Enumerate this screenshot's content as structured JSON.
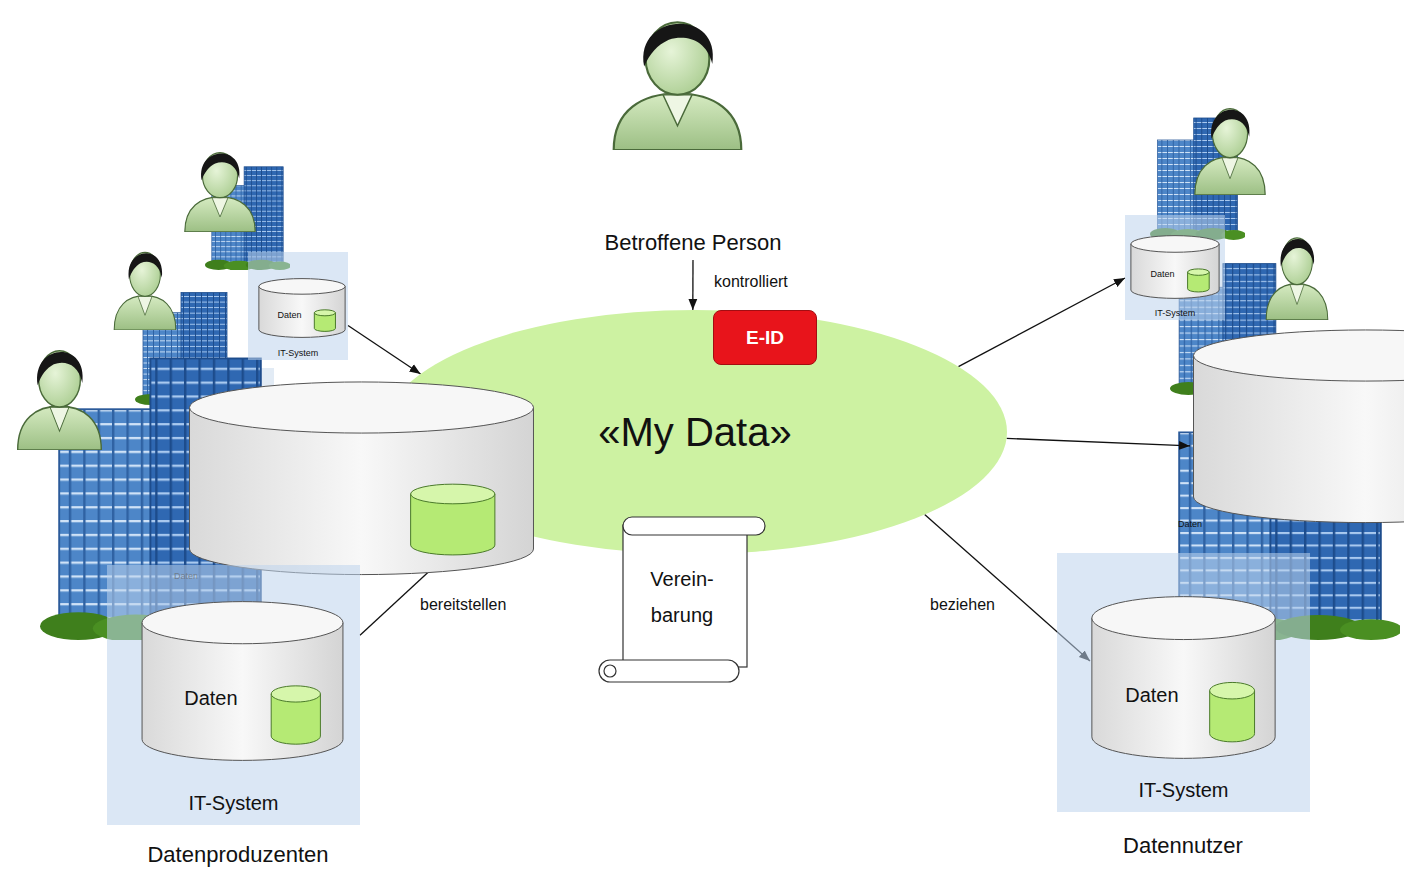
{
  "diagram": {
    "nodes": [
      {
        "text": [
          "Betroffene Person"
        ]
      },
      {
        "text": [
          "«My Data»"
        ]
      },
      {
        "text": [
          "E-ID"
        ]
      },
      {
        "text": [
          "Verein- barung"
        ]
      },
      {
        "text": [
          "IT-System"
        ]
      },
      {
        "text": [
          "Daten"
        ],
        "in": 4
      },
      {
        "text": [
          "Daten"
        ]
      },
      {
        "text": [
          "IT-System"
        ]
      },
      {
        "text": [
          "Daten"
        ],
        "in": 7
      },
      {
        "text": [
          "IT-System"
        ]
      },
      {
        "text": [
          "Daten"
        ],
        "in": 9
      },
      {
        "text": [
          "Daten"
        ]
      },
      {
        "text": [
          "IT-System"
        ]
      },
      {
        "text": [
          "Daten"
        ],
        "in": 12
      }
    ],
    "edges": [
      {
        "from": 0,
        "to": 1,
        "label": "kontrolliert",
        "arrow": "to"
      },
      {
        "from": 4,
        "to": 1,
        "arrow": "to"
      },
      {
        "from": 6,
        "to": 1,
        "arrow": "to"
      },
      {
        "from": 7,
        "to": 1,
        "label": "bereitstellen",
        "arrow": "to"
      },
      {
        "from": 1,
        "to": 9,
        "arrow": "to"
      },
      {
        "from": 1,
        "to": 11,
        "arrow": "to"
      },
      {
        "from": 1,
        "to": 13,
        "label": "beziehen",
        "arrow": "to"
      }
    ],
    "labels": [
      "Datenproduzenten",
      "Datennutzer"
    ]
  }
}
